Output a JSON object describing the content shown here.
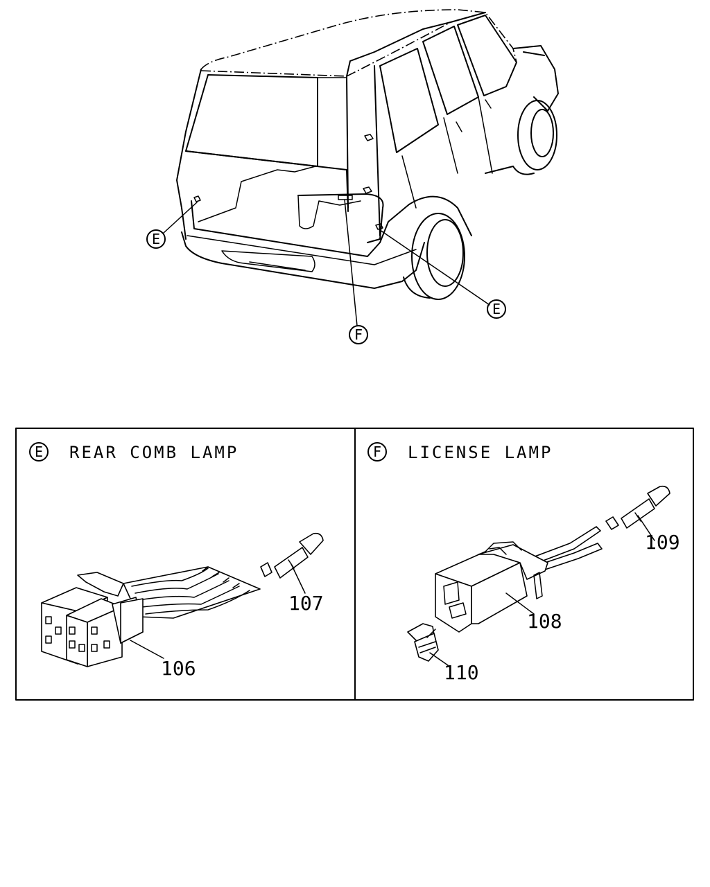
{
  "vehicle_callouts": {
    "left": "E",
    "right": "E",
    "bottom": "F"
  },
  "panels": [
    {
      "letter": "E",
      "title": "REAR COMB LAMP",
      "parts": [
        "106",
        "107"
      ]
    },
    {
      "letter": "F",
      "title": "LICENSE LAMP",
      "parts": [
        "108",
        "109",
        "110"
      ]
    }
  ]
}
